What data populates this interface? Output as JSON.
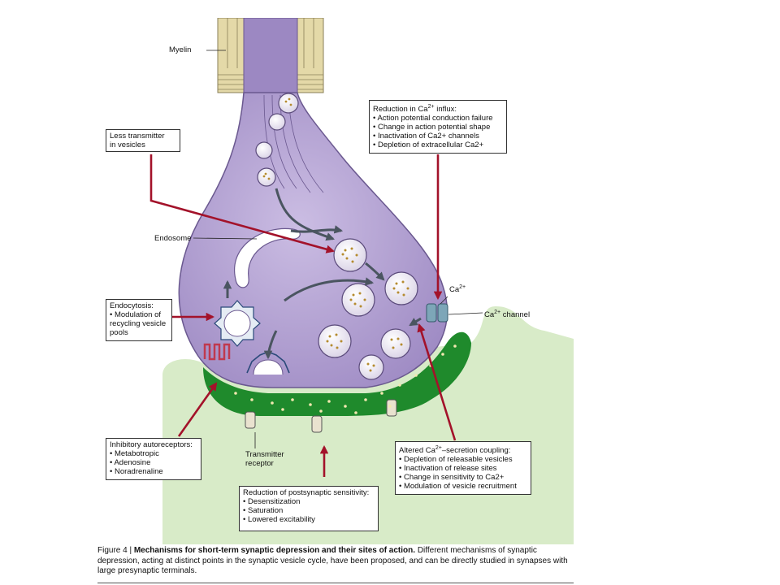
{
  "labels": {
    "myelin": "Myelin",
    "endosome": "Endosome",
    "ca": "Ca",
    "ca_sup": "2+",
    "ca_channel": "Ca",
    "ca_channel_sup": "2+",
    "ca_channel_rest": " channel",
    "transmitter_receptor_1": "Transmitter",
    "transmitter_receptor_2": "receptor"
  },
  "boxes": {
    "less_transmitter": {
      "lines": [
        "Less transmitter",
        "in vesicles"
      ]
    },
    "ca_influx": {
      "title_pre": "Reduction in Ca",
      "title_sup": "2+",
      "title_post": " influx:",
      "items": [
        "Action potential conduction failure",
        "Change in action potential shape",
        "Inactivation of Ca2+ channels",
        "Depletion of extracellular Ca2+"
      ]
    },
    "endocytosis": {
      "title": "Endocytosis:",
      "items": [
        "Modulation of recycling vesicle pools"
      ]
    },
    "autoreceptors": {
      "title": "Inhibitory autoreceptors:",
      "items": [
        "Metabotropic",
        "Adenosine",
        "Noradrenaline"
      ]
    },
    "secretion_coupling": {
      "title_pre": "Altered Ca",
      "title_sup": "2+",
      "title_post": "–secretion coupling:",
      "items": [
        "Depletion of releasable vesicles",
        "Inactivation of release sites",
        "Change in sensitivity to Ca2+",
        "Modulation of vesicle recruitment"
      ]
    },
    "postsynaptic": {
      "title": "Reduction of postsynaptic sensitivity:",
      "items": [
        "Desensitization",
        "Saturation",
        "Lowered excitability"
      ]
    }
  },
  "caption": {
    "label": "Figure 4 | ",
    "title": "Mechanisms for short-term synaptic depression and their sites of action.",
    "text": " Different mechanisms of synaptic depression, acting at distinct points in the synaptic vesicle cycle, have been proposed, and can be directly studied in synapses with large presynaptic terminals."
  },
  "colors": {
    "terminal": "#b7a6d4",
    "terminal_dark": "#7d6aa3",
    "postsynaptic": "#d8ebc8",
    "cleft": "#1f8a2c",
    "arrow_red": "#a3122a",
    "arrow_gray": "#4a5560",
    "myelin": "#e4d9a8"
  }
}
